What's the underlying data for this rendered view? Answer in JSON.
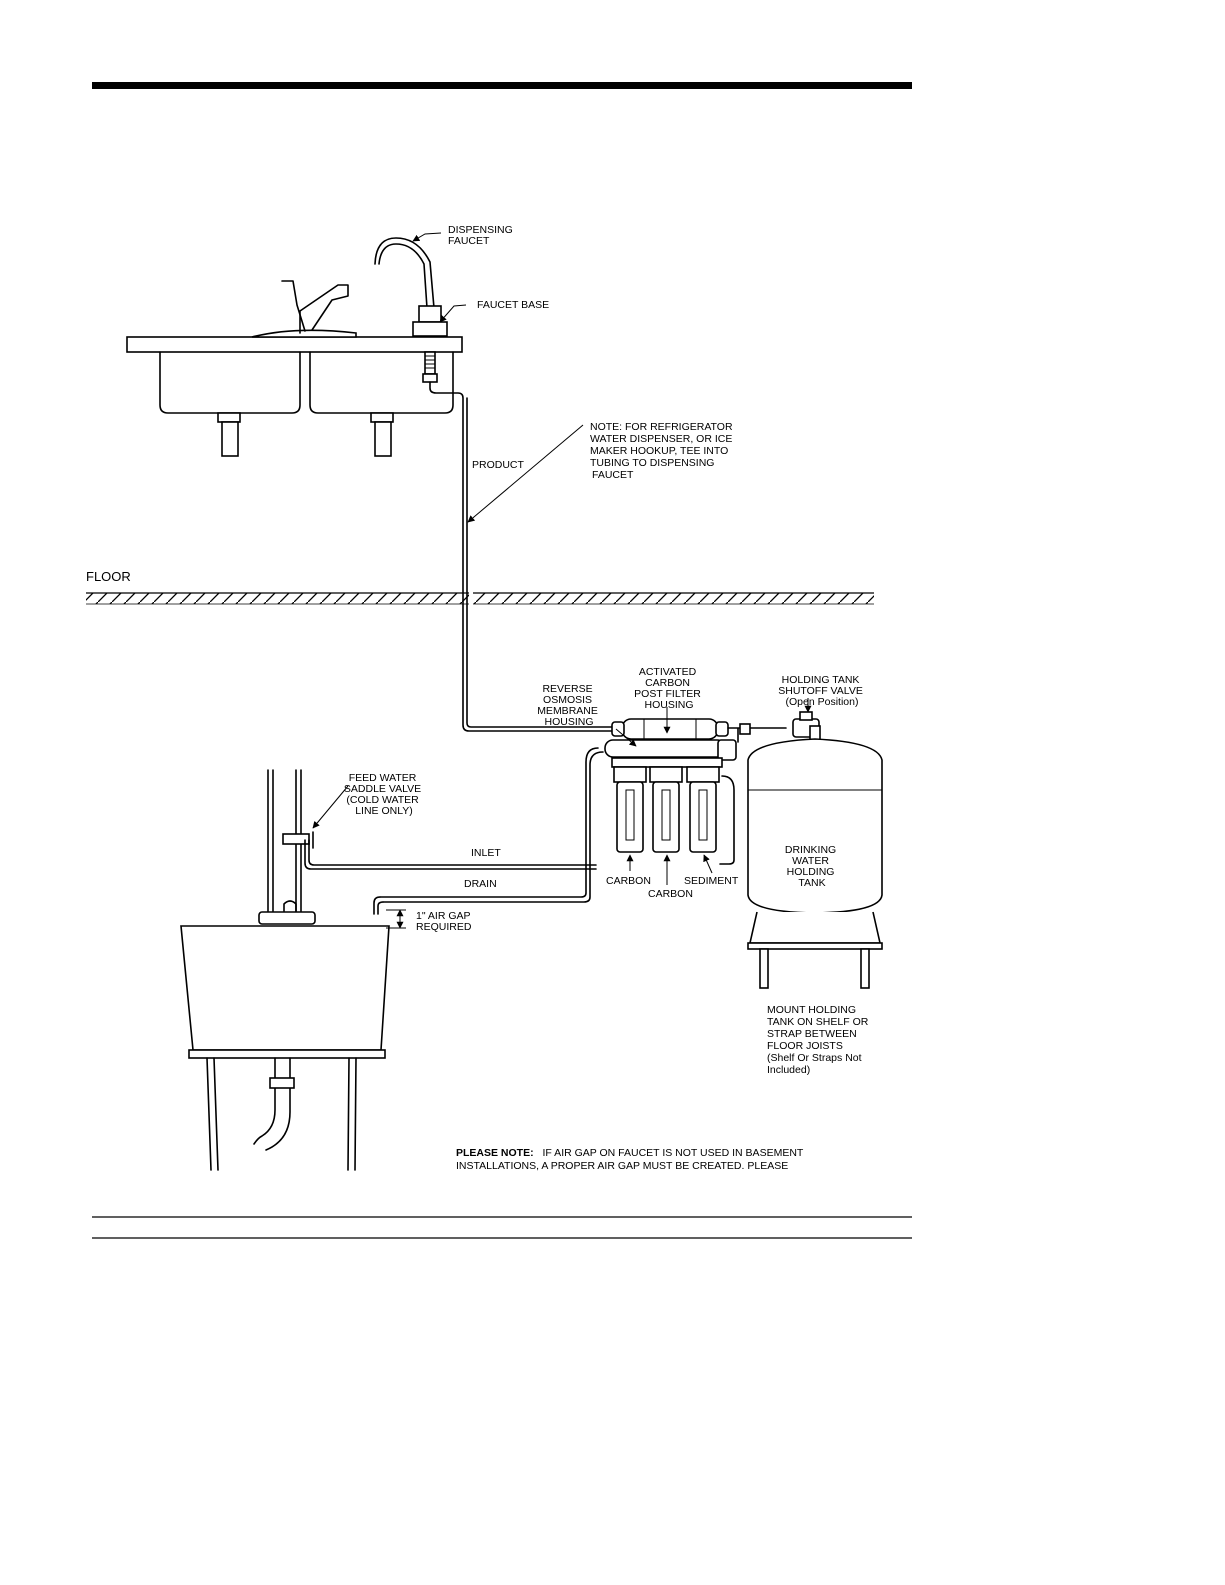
{
  "labels": {
    "dispensing_faucet": [
      "DISPENSING",
      "FAUCET"
    ],
    "faucet_base": "FAUCET BASE",
    "product": "PRODUCT",
    "note": [
      "NOTE: FOR REFRIGERATOR",
      "WATER DISPENSER, OR ICE",
      "MAKER HOOKUP, TEE INTO",
      "TUBING TO DISPENSING",
      "FAUCET"
    ],
    "floor": "FLOOR",
    "activated_carbon": [
      "ACTIVATED",
      "CARBON",
      "POST FILTER",
      "HOUSING"
    ],
    "ro_membrane": [
      "REVERSE",
      "OSMOSIS",
      "MEMBRANE",
      "HOUSING"
    ],
    "shutoff_valve": [
      "HOLDING TANK",
      "SHUTOFF VALVE",
      "(Open Position)"
    ],
    "feed_water": [
      "FEED WATER",
      "SADDLE VALVE",
      "(COLD WATER",
      "LINE ONLY)"
    ],
    "inlet": "INLET",
    "drain": "DRAIN",
    "air_gap": [
      "1\" AIR GAP",
      "REQUIRED"
    ],
    "carbon_1": "CARBON",
    "carbon_2": "CARBON",
    "sediment": "SEDIMENT",
    "tank": [
      "DRINKING",
      "WATER",
      "HOLDING",
      "TANK"
    ],
    "mount_note": [
      "MOUNT HOLDING",
      "TANK ON SHELF OR",
      "STRAP BETWEEN",
      "FLOOR JOISTS",
      "(Shelf Or Straps Not",
      "Included)"
    ],
    "please_note_bold": "PLEASE NOTE:",
    "please_note_line1": "IF AIR GAP ON FAUCET IS NOT USED IN BASEMENT",
    "please_note_line2": "INSTALLATIONS, A PROPER AIR GAP MUST BE CREATED.  PLEASE"
  }
}
